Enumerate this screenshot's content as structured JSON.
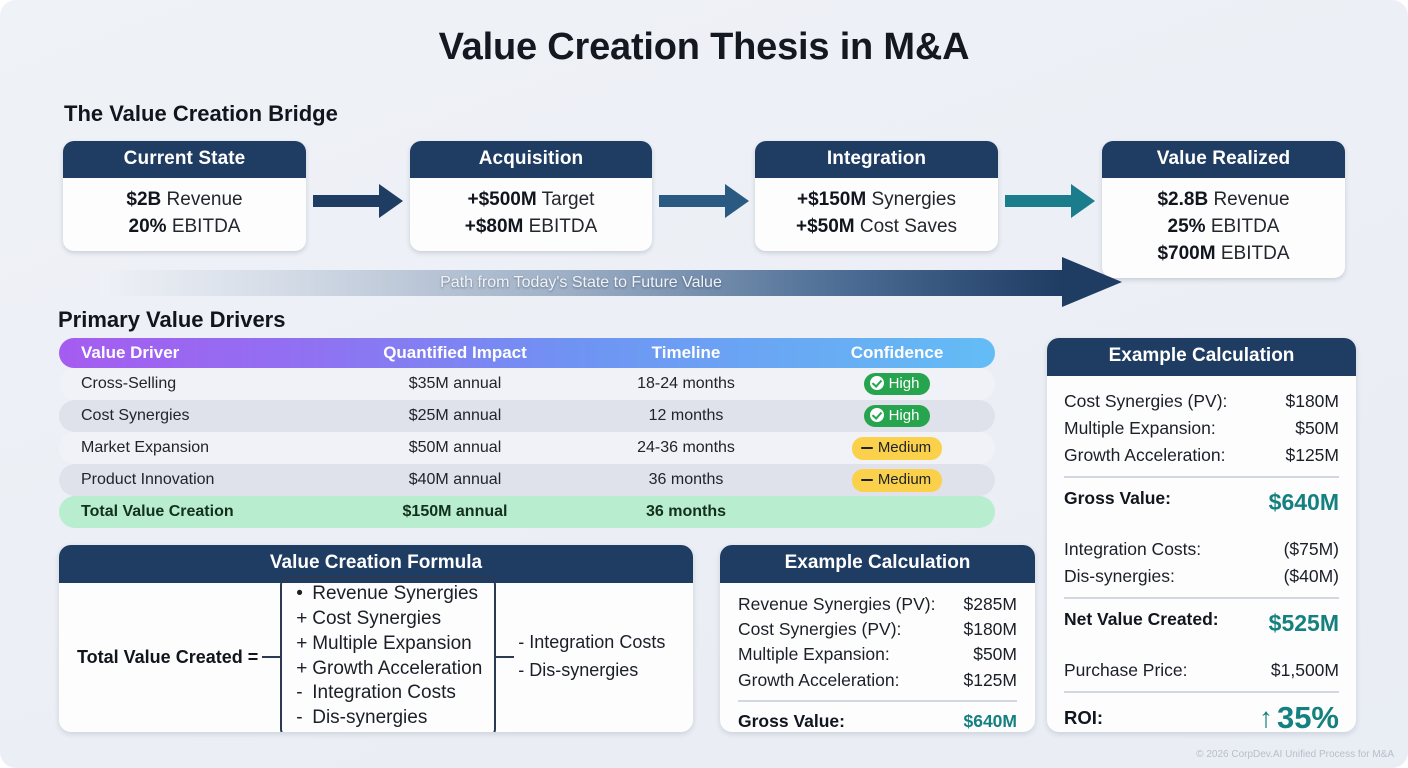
{
  "title": "Value Creation Thesis in M&A",
  "bridge": {
    "heading": "The Value Creation Bridge",
    "path_label": "Path from Today's State to Future Value",
    "stages": [
      {
        "title": "Current State",
        "line1_bold": "$2B",
        "line1_rest": " Revenue",
        "line2_bold": "20%",
        "line2_rest": " EBITDA",
        "line3_bold": "",
        "line3_rest": ""
      },
      {
        "title": "Acquisition",
        "line1_bold": "+$500M",
        "line1_rest": " Target",
        "line2_bold": "+$80M",
        "line2_rest": " EBITDA",
        "line3_bold": "",
        "line3_rest": ""
      },
      {
        "title": "Integration",
        "line1_bold": "+$150M",
        "line1_rest": " Synergies",
        "line2_bold": "+$50M",
        "line2_rest": " Cost Saves",
        "line3_bold": "",
        "line3_rest": ""
      },
      {
        "title": "Value Realized",
        "line1_bold": "$2.8B",
        "line1_rest": " Revenue",
        "line2_bold": "25%",
        "line2_rest": " EBITDA",
        "line3_bold": "$700M",
        "line3_rest": " EBITDA"
      }
    ]
  },
  "drivers": {
    "heading": "Primary Value Drivers",
    "columns": [
      "Value Driver",
      "Quantified Impact",
      "Timeline",
      "Confidence"
    ],
    "rows": [
      {
        "driver": "Cross-Selling",
        "impact": "$35M annual",
        "timeline": "18-24 months",
        "confidence": "High",
        "confidence_level": "high"
      },
      {
        "driver": "Cost Synergies",
        "impact": "$25M annual",
        "timeline": "12 months",
        "confidence": "High",
        "confidence_level": "high"
      },
      {
        "driver": "Market Expansion",
        "impact": "$50M annual",
        "timeline": "24-36 months",
        "confidence": "Medium",
        "confidence_level": "medium"
      },
      {
        "driver": "Product Innovation",
        "impact": "$40M annual",
        "timeline": "36 months",
        "confidence": "Medium",
        "confidence_level": "medium"
      }
    ],
    "total": {
      "driver": "Total Value Creation",
      "impact": "$150M annual",
      "timeline": "36 months",
      "confidence": ""
    }
  },
  "formula": {
    "title": "Value Creation Formula",
    "lhs": "Total Value Created =",
    "lines": [
      {
        "op": "•",
        "text": "Revenue Synergies"
      },
      {
        "op": "+",
        "text": "Cost Synergies"
      },
      {
        "op": "+",
        "text": "Multiple Expansion"
      },
      {
        "op": "+",
        "text": "Growth Acceleration"
      },
      {
        "op": "-",
        "text": "Integration Costs"
      },
      {
        "op": "-",
        "text": "Dis-synergies"
      }
    ],
    "rhs_line1": "- Integration Costs",
    "rhs_line2": "- Dis-synergies"
  },
  "example_mid": {
    "title": "Example Calculation",
    "rows": [
      {
        "label": "Revenue Synergies (PV):",
        "value": "$285M"
      },
      {
        "label": "Cost Synergies (PV):",
        "value": "$180M"
      },
      {
        "label": "Multiple Expansion:",
        "value": "$50M"
      },
      {
        "label": "Growth Acceleration:",
        "value": "$125M"
      }
    ],
    "gross_label": "Gross Value:",
    "gross_value": "$640M"
  },
  "example_right": {
    "title": "Example Calculation",
    "rows": [
      {
        "label": "Cost Synergies (PV):",
        "value": "$180M"
      },
      {
        "label": "Multiple Expansion:",
        "value": "$50M"
      },
      {
        "label": "Growth Acceleration:",
        "value": "$125M"
      }
    ],
    "gross_label": "Gross Value:",
    "gross_value": "$640M",
    "cost_rows": [
      {
        "label": "Integration Costs:",
        "value": "($75M)"
      },
      {
        "label": "Dis-synergies:",
        "value": "($40M)"
      }
    ],
    "net_label": "Net Value Created:",
    "net_value": "$525M",
    "price_label": "Purchase Price:",
    "price_value": "$1,500M",
    "roi_label": "ROI:",
    "roi_arrow": "↑",
    "roi_value": "35%"
  },
  "footer": "© 2026 CorpDev.AI Unified Process for M&A",
  "colors": {
    "navy": "#1f3c63",
    "teal": "#14807f",
    "green": "#27a54e",
    "yellow": "#fbd14b",
    "mint": "#b9edd0",
    "gradient_start": "#a55cf0",
    "gradient_end": "#63bdf5"
  }
}
